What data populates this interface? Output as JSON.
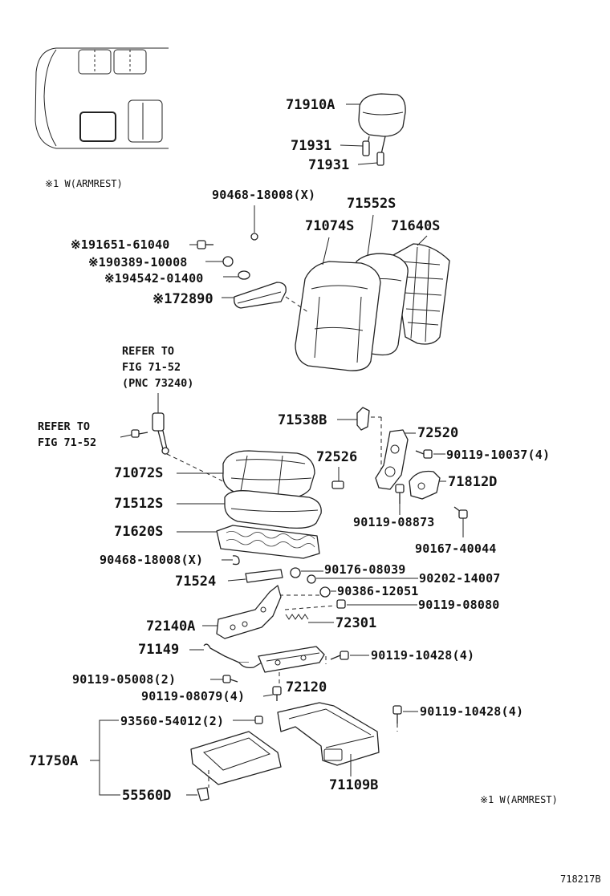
{
  "diagram": {
    "note_top": "※1 W(ARMREST)",
    "note_bottom": "※1 W(ARMREST)",
    "figure_code": "718217B",
    "refer_1": {
      "line1": "REFER TO",
      "line2": "FIG 71-52",
      "line3": "(PNC 73240)"
    },
    "refer_2": {
      "line1": "REFER TO",
      "line2": "FIG 71-52"
    },
    "parts": {
      "p71910A": "71910A",
      "p71931a": "71931",
      "p71931b": "71931",
      "p90468_18008x_a": "90468-18008(X)",
      "p71552S": "71552S",
      "p71074S": "71074S",
      "p71640S": "71640S",
      "p191651": "※191651-61040",
      "p190389": "※190389-10008",
      "p194542": "※194542-01400",
      "p172890": "※172890",
      "p71538B": "71538B",
      "p72520": "72520",
      "p72526": "72526",
      "p90119_10037": "90119-10037(4)",
      "p71072S": "71072S",
      "p71812D": "71812D",
      "p71512S": "71512S",
      "p90119_08873": "90119-08873",
      "p71620S": "71620S",
      "p90167_40044": "90167-40044",
      "p90468_18008x_b": "90468-18008(X)",
      "p90176_08039": "90176-08039",
      "p71524": "71524",
      "p90202_14007": "90202-14007",
      "p90386_12051": "90386-12051",
      "p90119_08080": "90119-08080",
      "p72140A": "72140A",
      "p72301": "72301",
      "p71149": "71149",
      "p90119_10428_a": "90119-10428(4)",
      "p90119_05008": "90119-05008(2)",
      "p90119_08079": "90119-08079(4)",
      "p72120": "72120",
      "p90119_10428_b": "90119-10428(4)",
      "p93560_54012": "93560-54012(2)",
      "p71750A": "71750A",
      "p55560D": "55560D",
      "p71109B": "71109B"
    }
  }
}
